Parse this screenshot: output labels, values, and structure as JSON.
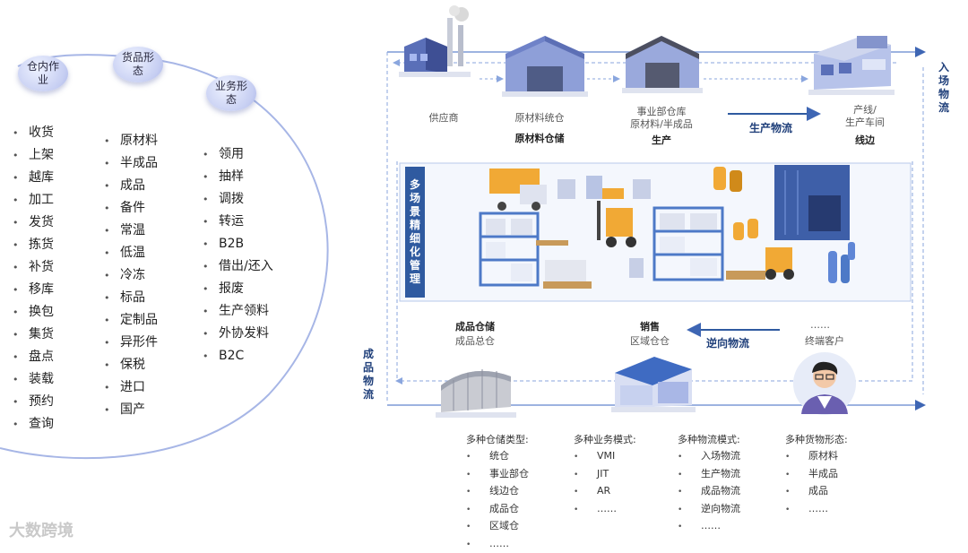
{
  "left": {
    "tags": [
      "仓内作业",
      "货品形态",
      "业务形态"
    ],
    "col1": [
      "收货",
      "上架",
      "越库",
      "加工",
      "发货",
      "拣货",
      "补货",
      "移库",
      "换包",
      "集货",
      "盘点",
      "装载",
      "预约",
      "查询"
    ],
    "col2": [
      "原材料",
      "半成品",
      "成品",
      "备件",
      "常温",
      "低温",
      "冷冻",
      "标品",
      "定制品",
      "异形件",
      "保税",
      "进口",
      "国产"
    ],
    "col3": [
      "领用",
      "抽样",
      "调拨",
      "转运",
      "B2B",
      "借出/还入",
      "报废",
      "生产领料",
      "外协发料",
      "B2C"
    ]
  },
  "top_nodes": [
    {
      "label": "供应商",
      "category": ""
    },
    {
      "label": "原材料统仓",
      "category": "原材料仓储"
    },
    {
      "label": "事业部仓库\n原材料/半成品",
      "category": "生产"
    },
    {
      "label": "产线/\n生产车间",
      "category": "线边"
    }
  ],
  "flows": {
    "inbound": "入场物流",
    "production": "生产物流",
    "reverse": "逆向物流",
    "finished": "成品物流"
  },
  "scene_title": "多场景精细化管理",
  "bottom_nodes": [
    {
      "category": "成品仓储",
      "label": "成品总仓"
    },
    {
      "category": "销售",
      "label": "区域仓仓"
    },
    {
      "category": "……",
      "label": "终端客户"
    }
  ],
  "bottom_lists": [
    {
      "title": "多种仓储类型:",
      "items": [
        "统仓",
        "事业部仓",
        "线边仓",
        "成品仓",
        "区域仓",
        "……"
      ]
    },
    {
      "title": "多种业务模式:",
      "items": [
        "VMI",
        "JIT",
        "AR",
        "……"
      ]
    },
    {
      "title": "多种物流模式:",
      "items": [
        "入场物流",
        "生产物流",
        "成品物流",
        "逆向物流",
        "……"
      ]
    },
    {
      "title": "多种货物形态:",
      "items": [
        "原材料",
        "半成品",
        "成品",
        "……"
      ]
    }
  ],
  "watermark": "大数跨境",
  "colors": {
    "accent": "#2f5aa0",
    "flow_line": "#7d9ad6",
    "dashed": "#8aa6de"
  }
}
